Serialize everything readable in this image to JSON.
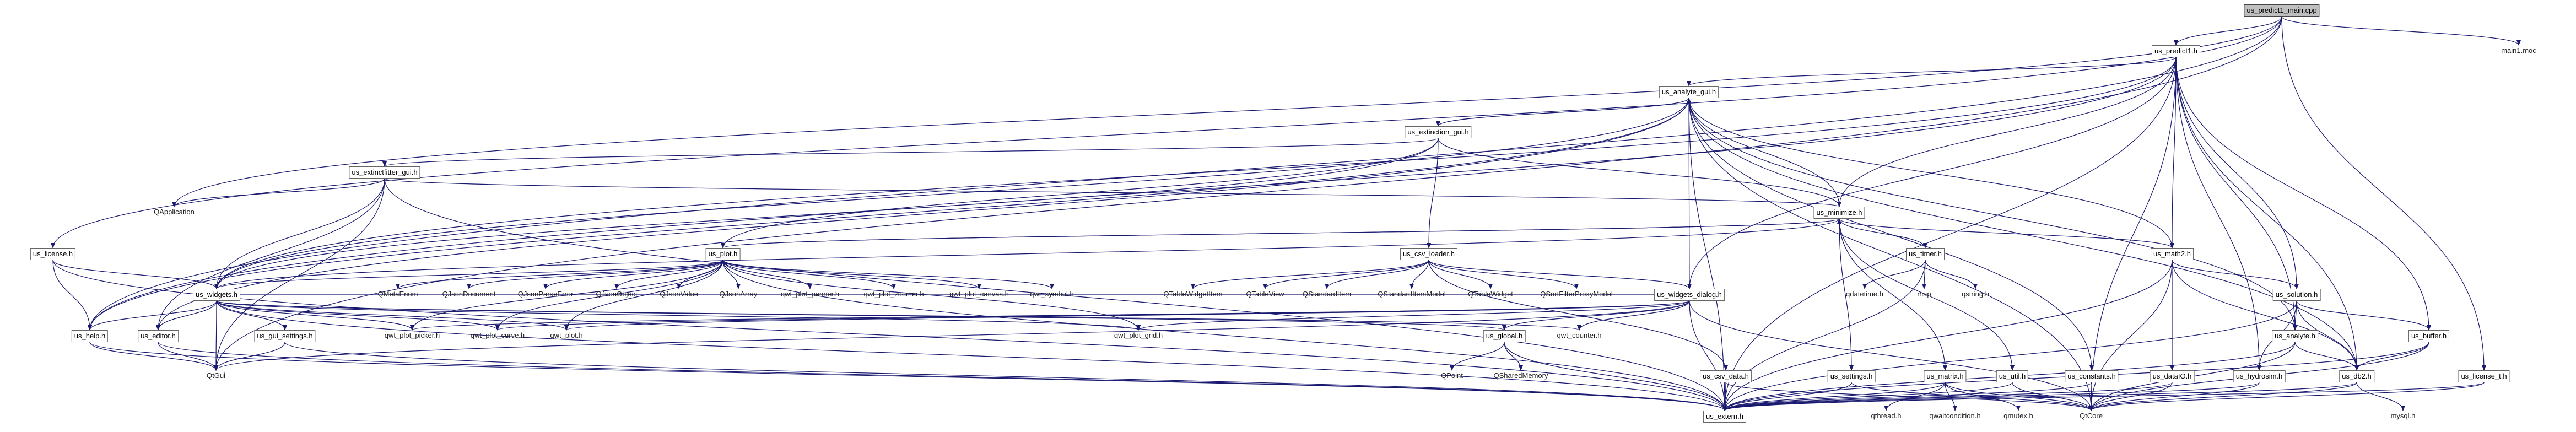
{
  "diagram": {
    "title": "",
    "nodes": {
      "root": "us_predict1_main.cpp",
      "predict1": "us_predict1.h",
      "main1_moc": "main1.moc",
      "license_h": "us_license.h",
      "analyte_gui": "us_analyte_gui.h",
      "extinction_gui": "us_extinction_gui.h",
      "extinctfitter_gui": "us_extinctfitter_gui.h",
      "qapplication": "QApplication",
      "minimize": "us_minimize.h",
      "plot": "us_plot.h",
      "csv_loader": "us_csv_loader.h",
      "widgets_dialog": "us_widgets_dialog.h",
      "timer": "us_timer.h",
      "math2": "us_math2.h",
      "solution": "us_solution.h",
      "buffer": "us_buffer.h",
      "license_t": "us_license_t.h",
      "widgets": "us_widgets.h",
      "help": "us_help.h",
      "editor": "us_editor.h",
      "gui_settings": "us_gui_settings.h",
      "qtgui": "QtGui",
      "qmetaenum": "QMetaEnum",
      "qjsondocument": "QJsonDocument",
      "qjsonparseerror": "QJsonParseError",
      "qjsonobject": "QJsonObject",
      "qjsonvalue": "QJsonValue",
      "qjsonarray": "QJsonArray",
      "qwt_plot_panner": "qwt_plot_panner.h",
      "qwt_plot_zoomer": "qwt_plot_zoomer.h",
      "qwt_plot_canvas": "qwt_plot_canvas.h",
      "qwt_symbol": "qwt_symbol.h",
      "qtablewidgetitem": "QTableWidgetItem",
      "qtableview": "QTableView",
      "qstandarditem": "QStandardItem",
      "qstandarditemmodel": "QStandardItemModel",
      "qtablewidget": "QTableWidget",
      "qsortfilterproxymodel": "QSortFilterProxyModel",
      "qdatetime": "qdatetime.h",
      "map": "map",
      "qstring": "qstring.h",
      "qwt_plot_picker": "qwt_plot_picker.h",
      "qwt_plot_curve": "qwt_plot_curve.h",
      "qwt_plot": "qwt_plot.h",
      "qwt_plot_grid": "qwt_plot_grid.h",
      "global": "us_global.h",
      "qwt_counter": "qwt_counter.h",
      "analyte": "us_analyte.h",
      "db2": "us_db2.h",
      "qpoint": "QPoint",
      "qsharedmemory": "QSharedMemory",
      "csv_data": "us_csv_data.h",
      "settings": "us_settings.h",
      "matrix": "us_matrix.h",
      "util": "us_util.h",
      "constants": "us_constants.h",
      "dataio": "us_dataIO.h",
      "hydrosim": "us_hydrosim.h",
      "extern": "us_extern.h",
      "qtcore": "QtCore",
      "qthread": "qthread.h",
      "qwaitcondition": "qwaitcondition.h",
      "qmutex": "qmutex.h",
      "mysql": "mysql.h"
    }
  }
}
